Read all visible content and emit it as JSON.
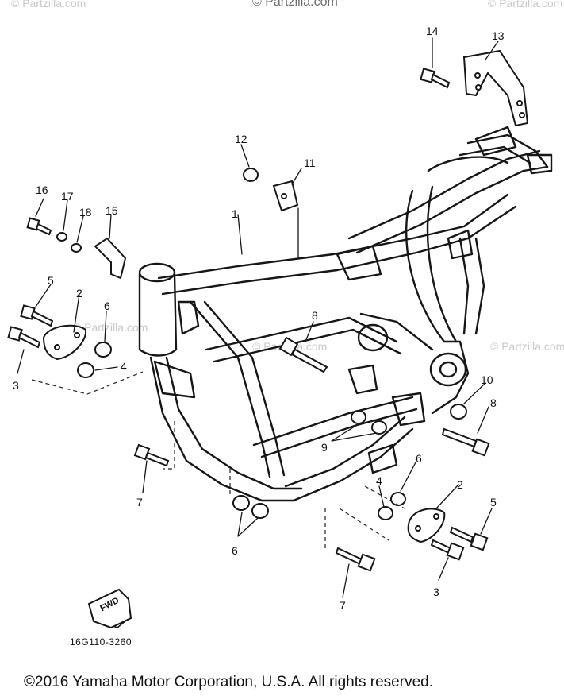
{
  "watermarks": {
    "top_center": "© Partzilla.com",
    "top_left": "© Partzilla.com",
    "top_right": "© Partzilla.com",
    "mid_right": "© Partzilla.com",
    "mid_center": "© Partzilla.com",
    "mid_left": "© Partzilla.com"
  },
  "callouts": {
    "c1": "1",
    "c2_left": "2",
    "c2_right": "2",
    "c3_left": "3",
    "c3_right": "3",
    "c4_left": "4",
    "c4_right": "4",
    "c5_left": "5",
    "c5_right": "5",
    "c6_left_upper": "6",
    "c6_bottom": "6",
    "c6_right": "6",
    "c7_left": "7",
    "c7_bottom": "7",
    "c8_center": "8",
    "c8_right": "8",
    "c9": "9",
    "c10": "10",
    "c11": "11",
    "c12": "12",
    "c13": "13",
    "c14": "14",
    "c15": "15",
    "c16": "16",
    "c17": "17",
    "c18": "18"
  },
  "fwd_badge": "FWD",
  "diagram_code": "16G110-3260",
  "copyright": "©2016 Yamaha Motor Corporation, U.S.A. All rights reserved."
}
